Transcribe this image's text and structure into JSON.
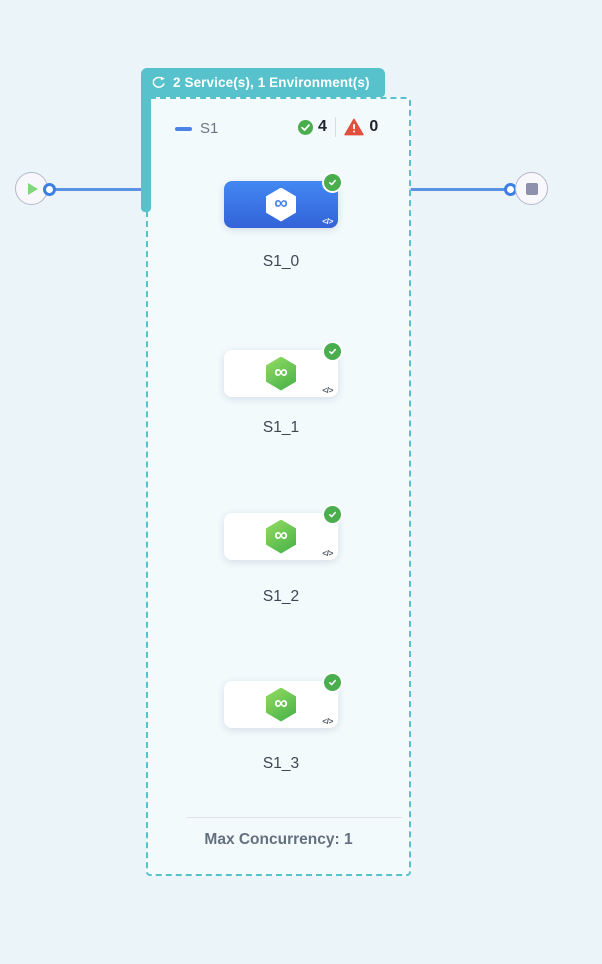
{
  "canvas": {
    "background": "#ebf4f8"
  },
  "header_badge": {
    "label": "2 Service(s), 1 Environment(s)",
    "icon": "loop-icon",
    "background": "#58c2cc",
    "text_color": "#ffffff"
  },
  "stage_group": {
    "title": "S1",
    "success_count": "4",
    "failed_count": "0",
    "border_color": "#58c2cc",
    "max_concurrency_label": "Max Concurrency: 1"
  },
  "start_node": {
    "icon": "play-icon"
  },
  "end_node": {
    "icon": "stop-icon"
  },
  "edge_color": "#5b93e3",
  "nodes": [
    {
      "label": "S1_0",
      "status": "success",
      "selected": true,
      "icon": "infinity-hexagon-icon"
    },
    {
      "label": "S1_1",
      "status": "success",
      "selected": false,
      "icon": "infinity-hexagon-icon"
    },
    {
      "label": "S1_2",
      "status": "success",
      "selected": false,
      "icon": "infinity-hexagon-icon"
    },
    {
      "label": "S1_3",
      "status": "success",
      "selected": false,
      "icon": "infinity-hexagon-icon"
    }
  ],
  "icons": {
    "infinity_glyph": "∞",
    "code_label": "</>"
  },
  "colors": {
    "selected_card_blue": "#3d7bea",
    "hexagon_green": "#44af47",
    "success_green": "#4bae4e",
    "warning_red": "#e0503f",
    "teal": "#58c2cc"
  }
}
